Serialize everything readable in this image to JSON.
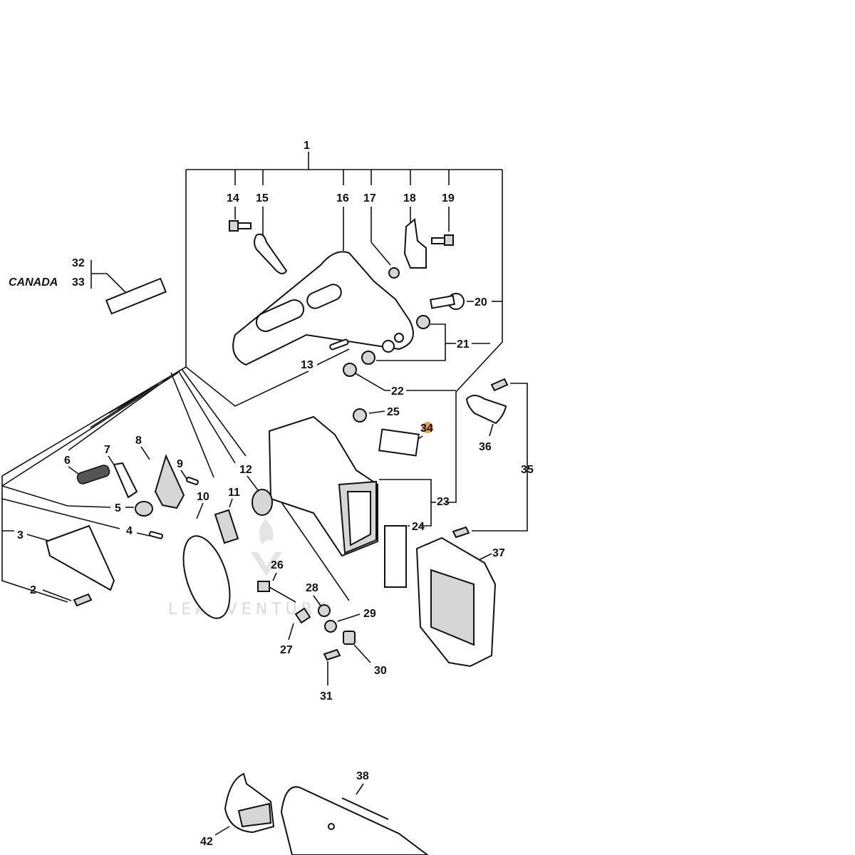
{
  "diagram": {
    "watermark": "LEADVENTURE",
    "region_note": "CANADA",
    "highlight_color": "#e8a050",
    "callouts": [
      {
        "id": "1",
        "label": "1"
      },
      {
        "id": "2",
        "label": "2"
      },
      {
        "id": "3",
        "label": "3"
      },
      {
        "id": "4",
        "label": "4"
      },
      {
        "id": "5",
        "label": "5"
      },
      {
        "id": "6",
        "label": "6"
      },
      {
        "id": "7",
        "label": "7"
      },
      {
        "id": "8",
        "label": "8"
      },
      {
        "id": "9",
        "label": "9"
      },
      {
        "id": "10",
        "label": "10"
      },
      {
        "id": "11",
        "label": "11"
      },
      {
        "id": "12",
        "label": "12"
      },
      {
        "id": "13",
        "label": "13"
      },
      {
        "id": "14",
        "label": "14"
      },
      {
        "id": "15",
        "label": "15"
      },
      {
        "id": "16",
        "label": "16"
      },
      {
        "id": "17",
        "label": "17"
      },
      {
        "id": "18",
        "label": "18"
      },
      {
        "id": "19",
        "label": "19"
      },
      {
        "id": "20",
        "label": "20"
      },
      {
        "id": "21",
        "label": "21"
      },
      {
        "id": "22",
        "label": "22"
      },
      {
        "id": "23",
        "label": "23"
      },
      {
        "id": "24",
        "label": "24"
      },
      {
        "id": "25",
        "label": "25"
      },
      {
        "id": "26",
        "label": "26"
      },
      {
        "id": "27",
        "label": "27"
      },
      {
        "id": "28",
        "label": "28"
      },
      {
        "id": "29",
        "label": "29"
      },
      {
        "id": "30",
        "label": "30"
      },
      {
        "id": "31",
        "label": "31"
      },
      {
        "id": "32",
        "label": "32"
      },
      {
        "id": "33",
        "label": "33"
      },
      {
        "id": "34",
        "label": "34",
        "highlighted": true
      },
      {
        "id": "35",
        "label": "35"
      },
      {
        "id": "36",
        "label": "36"
      },
      {
        "id": "37",
        "label": "37"
      },
      {
        "id": "38",
        "label": "38"
      },
      {
        "id": "42",
        "label": "42"
      }
    ]
  }
}
